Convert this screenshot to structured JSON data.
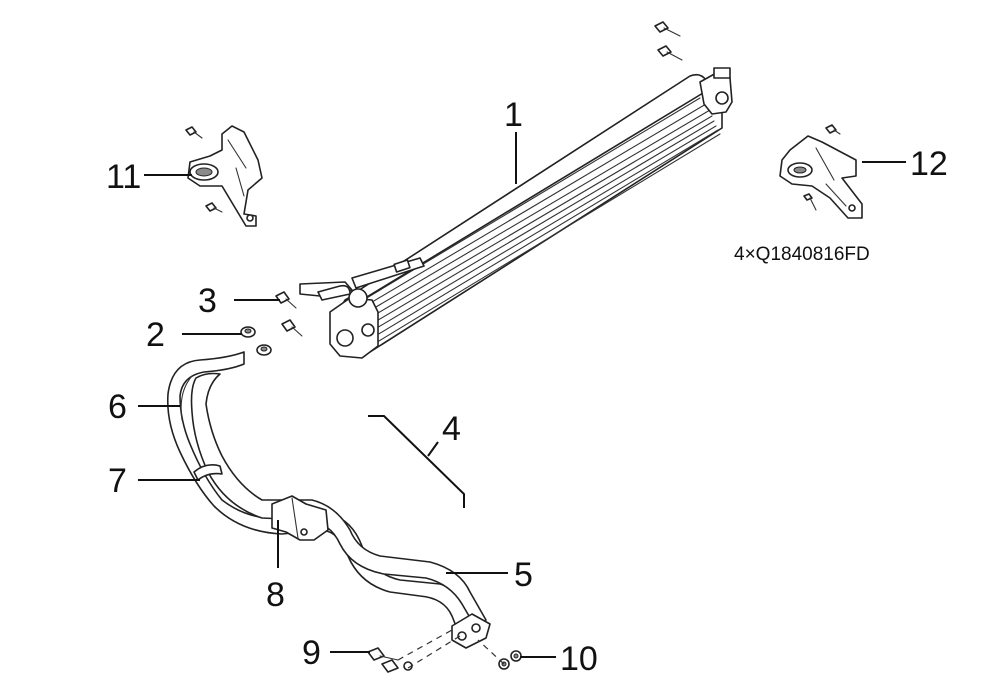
{
  "callouts": {
    "c1": "1",
    "c2": "2",
    "c3": "3",
    "c4": "4",
    "c5": "5",
    "c6": "6",
    "c7": "7",
    "c8": "8",
    "c9": "9",
    "c10": "10",
    "c11": "11",
    "c12": "12"
  },
  "note": "4×Q1840816FD"
}
